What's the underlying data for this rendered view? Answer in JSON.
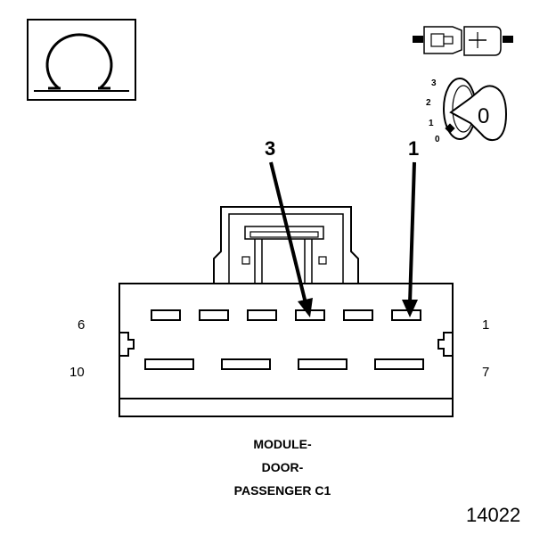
{
  "symbol": {
    "icon": "ohm-icon"
  },
  "key": {
    "icon": "ignition-key-icon",
    "positions": [
      "3",
      "2",
      "1",
      "0"
    ],
    "face_label": "0"
  },
  "connector_symbol": {
    "icon": "inline-connector-icon"
  },
  "callouts": [
    {
      "label": "3"
    },
    {
      "label": "1"
    }
  ],
  "pins": {
    "top_left": "6",
    "top_right": "1",
    "bottom_left": "10",
    "bottom_right": "7"
  },
  "caption": {
    "line1": "MODULE-",
    "line2": "DOOR-",
    "line3": "PASSENGER C1"
  },
  "figure_number": "14022"
}
